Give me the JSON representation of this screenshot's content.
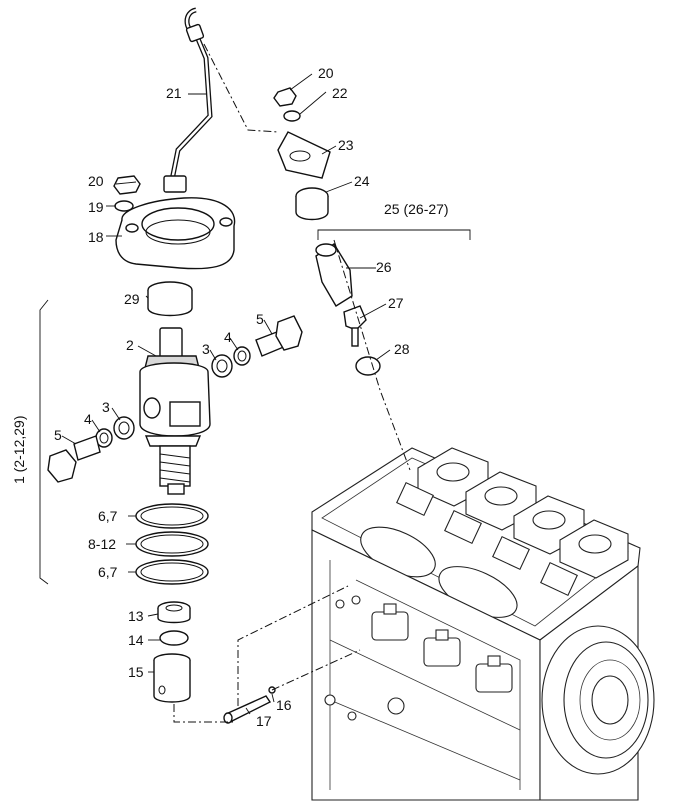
{
  "callouts": {
    "c1": "1 (2-12,29)",
    "c2": "2",
    "c3a": "3",
    "c3b": "3",
    "c4a": "4",
    "c4b": "4",
    "c5a": "5",
    "c5b": "5",
    "c67a": "6,7",
    "c812": "8-12",
    "c67b": "6,7",
    "c13": "13",
    "c14": "14",
    "c15": "15",
    "c16": "16",
    "c17": "17",
    "c18": "18",
    "c19": "19",
    "c20a": "20",
    "c20b": "20",
    "c21": "21",
    "c22": "22",
    "c23": "23",
    "c24": "24",
    "c25": "25 (26-27)",
    "c26": "26",
    "c27": "27",
    "c28": "28",
    "c29": "29"
  }
}
